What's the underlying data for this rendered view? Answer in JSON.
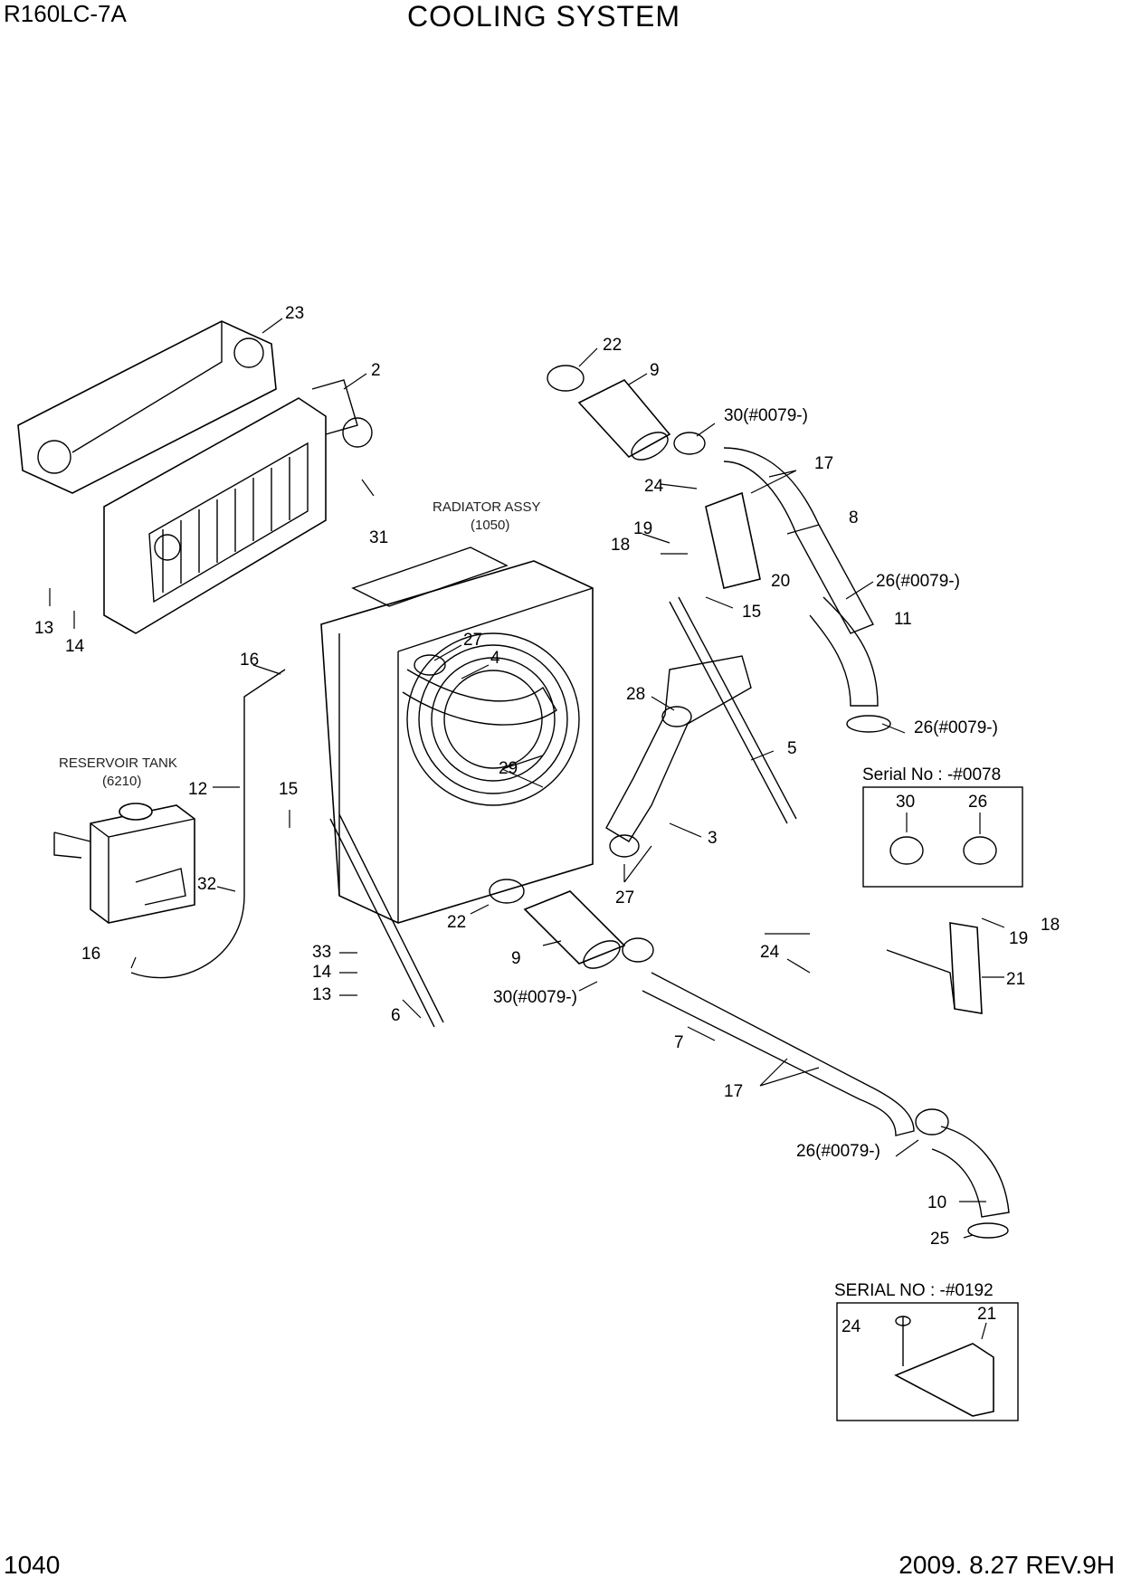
{
  "header": {
    "model": "R160LC-7A",
    "title": "COOLING SYSTEM"
  },
  "footer": {
    "page": "1040",
    "revision": "2009. 8.27  REV.9H"
  },
  "assemblies": {
    "radiator": {
      "name": "RADIATOR ASSY",
      "code": "(1050)"
    },
    "reservoir": {
      "name": "RESERVOIR TANK",
      "code": "(6210)"
    }
  },
  "callouts": [
    {
      "id": "c23",
      "text": "23"
    },
    {
      "id": "c2",
      "text": "2"
    },
    {
      "id": "c22a",
      "text": "22"
    },
    {
      "id": "c9a",
      "text": "9"
    },
    {
      "id": "c30a",
      "text": "30(#0079-)"
    },
    {
      "id": "c17a",
      "text": "17"
    },
    {
      "id": "c24a",
      "text": "24"
    },
    {
      "id": "c8",
      "text": "8"
    },
    {
      "id": "c19a",
      "text": "19"
    },
    {
      "id": "c18a",
      "text": "18"
    },
    {
      "id": "c20",
      "text": "20"
    },
    {
      "id": "c26a",
      "text": "26(#0079-)"
    },
    {
      "id": "c31",
      "text": "31"
    },
    {
      "id": "c15a",
      "text": "15"
    },
    {
      "id": "c11",
      "text": "11"
    },
    {
      "id": "c13a",
      "text": "13"
    },
    {
      "id": "c14a",
      "text": "14"
    },
    {
      "id": "c16a",
      "text": "16"
    },
    {
      "id": "c27a",
      "text": "27"
    },
    {
      "id": "c4",
      "text": "4"
    },
    {
      "id": "c28",
      "text": "28"
    },
    {
      "id": "c26b",
      "text": "26(#0079-)"
    },
    {
      "id": "c5",
      "text": "5"
    },
    {
      "id": "c12",
      "text": "12"
    },
    {
      "id": "c15b",
      "text": "15"
    },
    {
      "id": "c29",
      "text": "29"
    },
    {
      "id": "c3",
      "text": "3"
    },
    {
      "id": "c32",
      "text": "32"
    },
    {
      "id": "c27b",
      "text": "27"
    },
    {
      "id": "c22b",
      "text": "22"
    },
    {
      "id": "c16b",
      "text": "16"
    },
    {
      "id": "c33",
      "text": "33"
    },
    {
      "id": "c14b",
      "text": "14"
    },
    {
      "id": "c13b",
      "text": "13"
    },
    {
      "id": "c9b",
      "text": "9"
    },
    {
      "id": "c30b",
      "text": "30(#0079-)"
    },
    {
      "id": "c6",
      "text": "6"
    },
    {
      "id": "c24b",
      "text": "24"
    },
    {
      "id": "c19b",
      "text": "19"
    },
    {
      "id": "c18b",
      "text": "18"
    },
    {
      "id": "c21a",
      "text": "21"
    },
    {
      "id": "c7",
      "text": "7"
    },
    {
      "id": "c17b",
      "text": "17"
    },
    {
      "id": "c26c",
      "text": "26(#0079-)"
    },
    {
      "id": "c10",
      "text": "10"
    },
    {
      "id": "c25",
      "text": "25"
    }
  ],
  "inset_serial_0078": {
    "title": "Serial No : -#0078",
    "labels": [
      "30",
      "26"
    ]
  },
  "inset_serial_0192": {
    "title": "SERIAL NO : -#0192",
    "labels": [
      "24",
      "21"
    ]
  }
}
